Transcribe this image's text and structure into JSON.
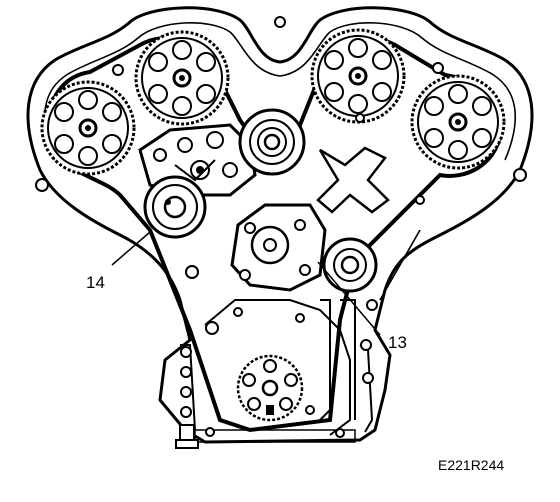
{
  "labels": {
    "callout_14": "14",
    "callout_13": "13",
    "figure_code": "E221R244"
  },
  "colors": {
    "ink": "#000000",
    "paper": "#ffffff",
    "shade": "#d0d0d0"
  },
  "icons": {
    "sprocket": "camshaft-sprocket-icon",
    "pulley": "idler-pulley-icon",
    "tensioner": "belt-tensioner-icon",
    "pump": "water-pump-icon",
    "crank": "crankshaft-sprocket-icon"
  }
}
